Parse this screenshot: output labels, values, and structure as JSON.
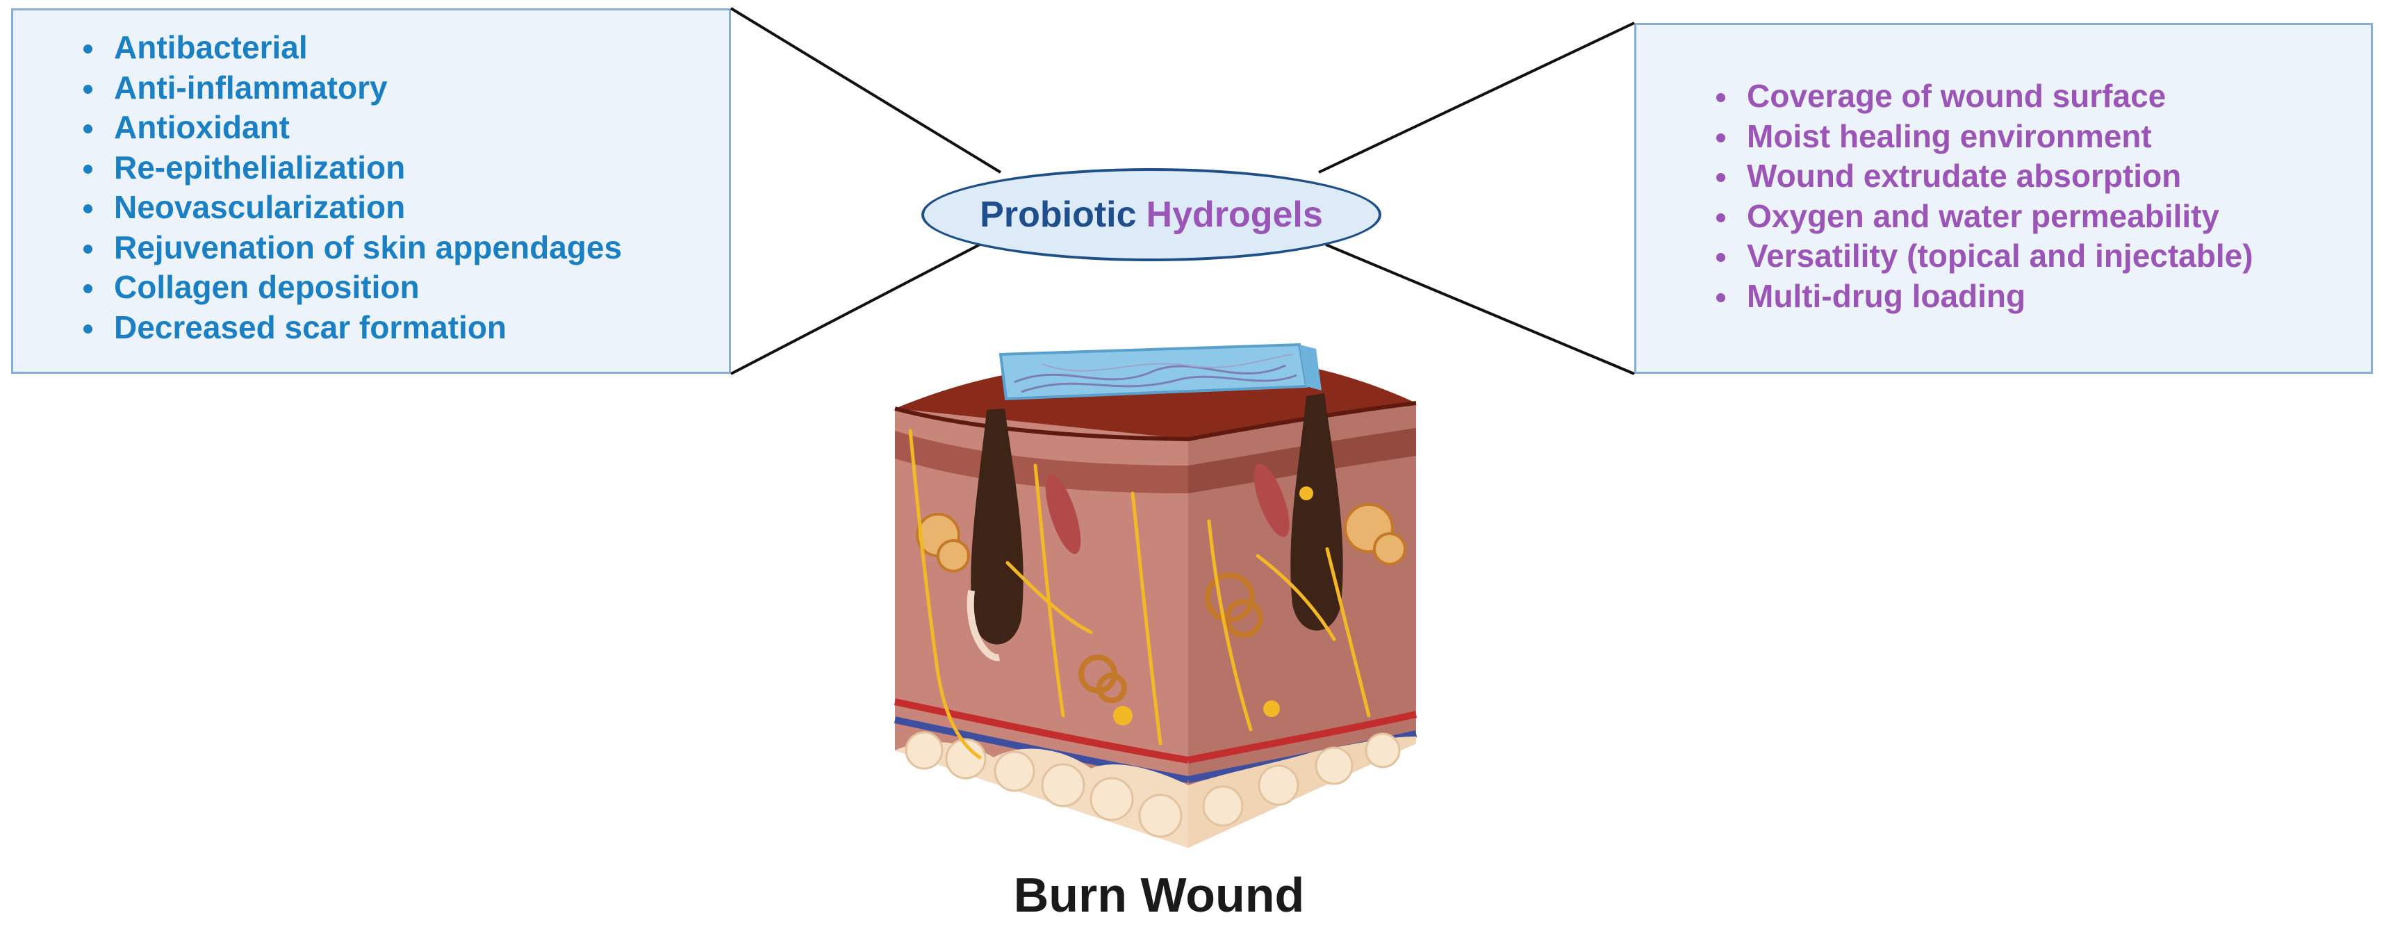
{
  "left_panel": {
    "items": [
      "Antibacterial",
      "Anti-inflammatory",
      "Antioxidant",
      "Re-epithelialization",
      "Neovascularization",
      "Rejuvenation of skin appendages",
      "Collagen deposition",
      "Decreased scar formation"
    ]
  },
  "right_panel": {
    "items": [
      "Coverage of wound surface",
      "Moist healing environment",
      "Wound extrudate absorption",
      "Oxygen and water permeability",
      "Versatility (topical and injectable)",
      "Multi-drug loading"
    ]
  },
  "hub": {
    "word_1": "Probiotic",
    "word_2": "Hydrogels"
  },
  "illustration": {
    "label": "Burn Wound"
  },
  "colors": {
    "left_text": "#1b80c3",
    "right_text": "#9a55b6",
    "hub_text_1": "#1f4e8c",
    "hub_text_2": "#9a55b6",
    "panel_fill": "#ecf3fb",
    "panel_border": "#8aaed3"
  }
}
